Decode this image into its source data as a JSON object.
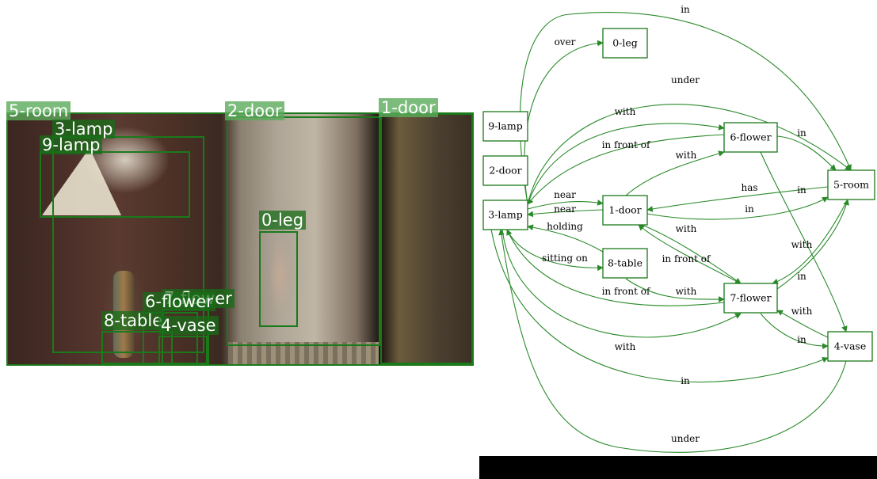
{
  "colors": {
    "box": "#1a7a1a",
    "edge": "#2a8a2a",
    "label_bg": "#1a6e1a",
    "bar": "#000000"
  },
  "detections": [
    {
      "label": "5-room"
    },
    {
      "label": "3-lamp"
    },
    {
      "label": "9-lamp"
    },
    {
      "label": "2-door"
    },
    {
      "label": "1-door"
    },
    {
      "label": "0-leg"
    },
    {
      "label": "7-flower"
    },
    {
      "label": "6-flower"
    },
    {
      "label": "8-table"
    },
    {
      "label": "4-vase"
    }
  ],
  "graph": {
    "nodes": [
      "0-leg",
      "9-lamp",
      "2-door",
      "3-lamp",
      "1-door",
      "6-flower",
      "5-room",
      "8-table",
      "7-flower",
      "4-vase"
    ],
    "edges": [
      {
        "from": "3-lamp",
        "to": "5-room",
        "label": "in"
      },
      {
        "from": "3-lamp",
        "to": "0-leg",
        "label": "over"
      },
      {
        "from": "3-lamp",
        "to": "5-room",
        "label": "under"
      },
      {
        "from": "3-lamp",
        "to": "6-flower",
        "label": "with"
      },
      {
        "from": "6-flower",
        "to": "3-lamp",
        "label": "in front of"
      },
      {
        "from": "1-door",
        "to": "6-flower",
        "label": "with"
      },
      {
        "from": "6-flower",
        "to": "5-room",
        "label": "in"
      },
      {
        "from": "5-room",
        "to": "1-door",
        "label": "has"
      },
      {
        "from": "6-flower",
        "to": "4-vase",
        "label": "in"
      },
      {
        "from": "3-lamp",
        "to": "1-door",
        "label": "near"
      },
      {
        "from": "1-door",
        "to": "3-lamp",
        "label": "near"
      },
      {
        "from": "1-door",
        "to": "5-room",
        "label": "in"
      },
      {
        "from": "8-table",
        "to": "3-lamp",
        "label": "holding"
      },
      {
        "from": "1-door",
        "to": "7-flower",
        "label": "with"
      },
      {
        "from": "3-lamp",
        "to": "8-table",
        "label": "sitting on"
      },
      {
        "from": "7-flower",
        "to": "1-door",
        "label": "in front of"
      },
      {
        "from": "7-flower",
        "to": "5-room",
        "label": "with"
      },
      {
        "from": "5-room",
        "to": "7-flower",
        "label": "in"
      },
      {
        "from": "7-flower",
        "to": "3-lamp",
        "label": "in front of"
      },
      {
        "from": "8-table",
        "to": "7-flower",
        "label": "with"
      },
      {
        "from": "4-vase",
        "to": "7-flower",
        "label": "with"
      },
      {
        "from": "3-lamp",
        "to": "7-flower",
        "label": "with"
      },
      {
        "from": "7-flower",
        "to": "4-vase",
        "label": "in"
      },
      {
        "from": "3-lamp",
        "to": "4-vase",
        "label": "in"
      },
      {
        "from": "4-vase",
        "to": "3-lamp",
        "label": "under"
      }
    ]
  }
}
